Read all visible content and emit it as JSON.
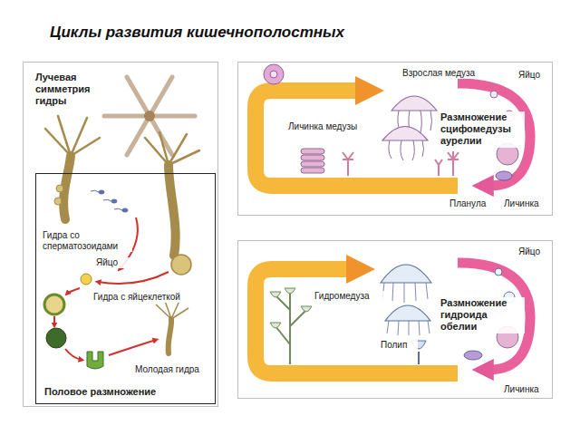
{
  "diagram": {
    "title": "Циклы развития кишечнополостных",
    "nodes": [
      {
        "text": [
          "Лучевая симметрия гидры"
        ]
      },
      {
        "text": [
          "Гидра со сперматозоидами",
          "Яйцо",
          "Гидра с яйцеклеткой",
          "Молодая гидра",
          "Половое размножение"
        ],
        "in": 0
      },
      {
        "text": [
          "Взрослая медуза",
          "Яйцо",
          "Личинка медузы",
          "Размножение сцифомедузы аурелии",
          "Планула",
          "Личинка"
        ]
      },
      {
        "text": [
          "Яйцо",
          "Гидромедуза",
          "Размножение гидроида обелии",
          "Полип",
          "Личинка"
        ]
      }
    ]
  }
}
